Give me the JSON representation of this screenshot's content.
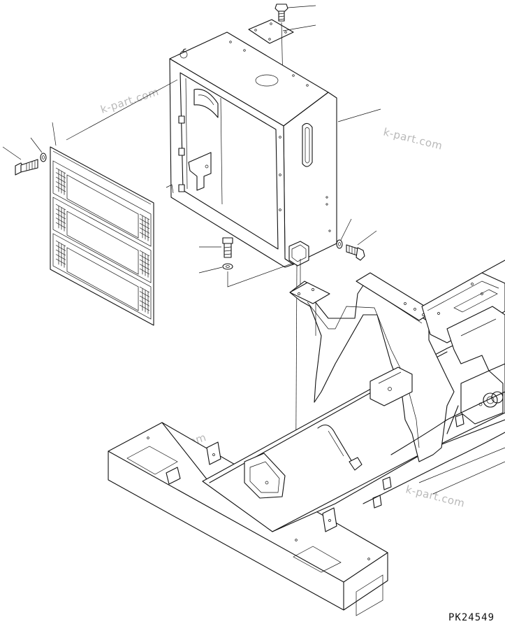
{
  "diagram": {
    "drawing_code": "PK24549",
    "watermarks": [
      "k-part.com",
      "k-part.com",
      "k-part.com",
      "k-part.com"
    ]
  }
}
